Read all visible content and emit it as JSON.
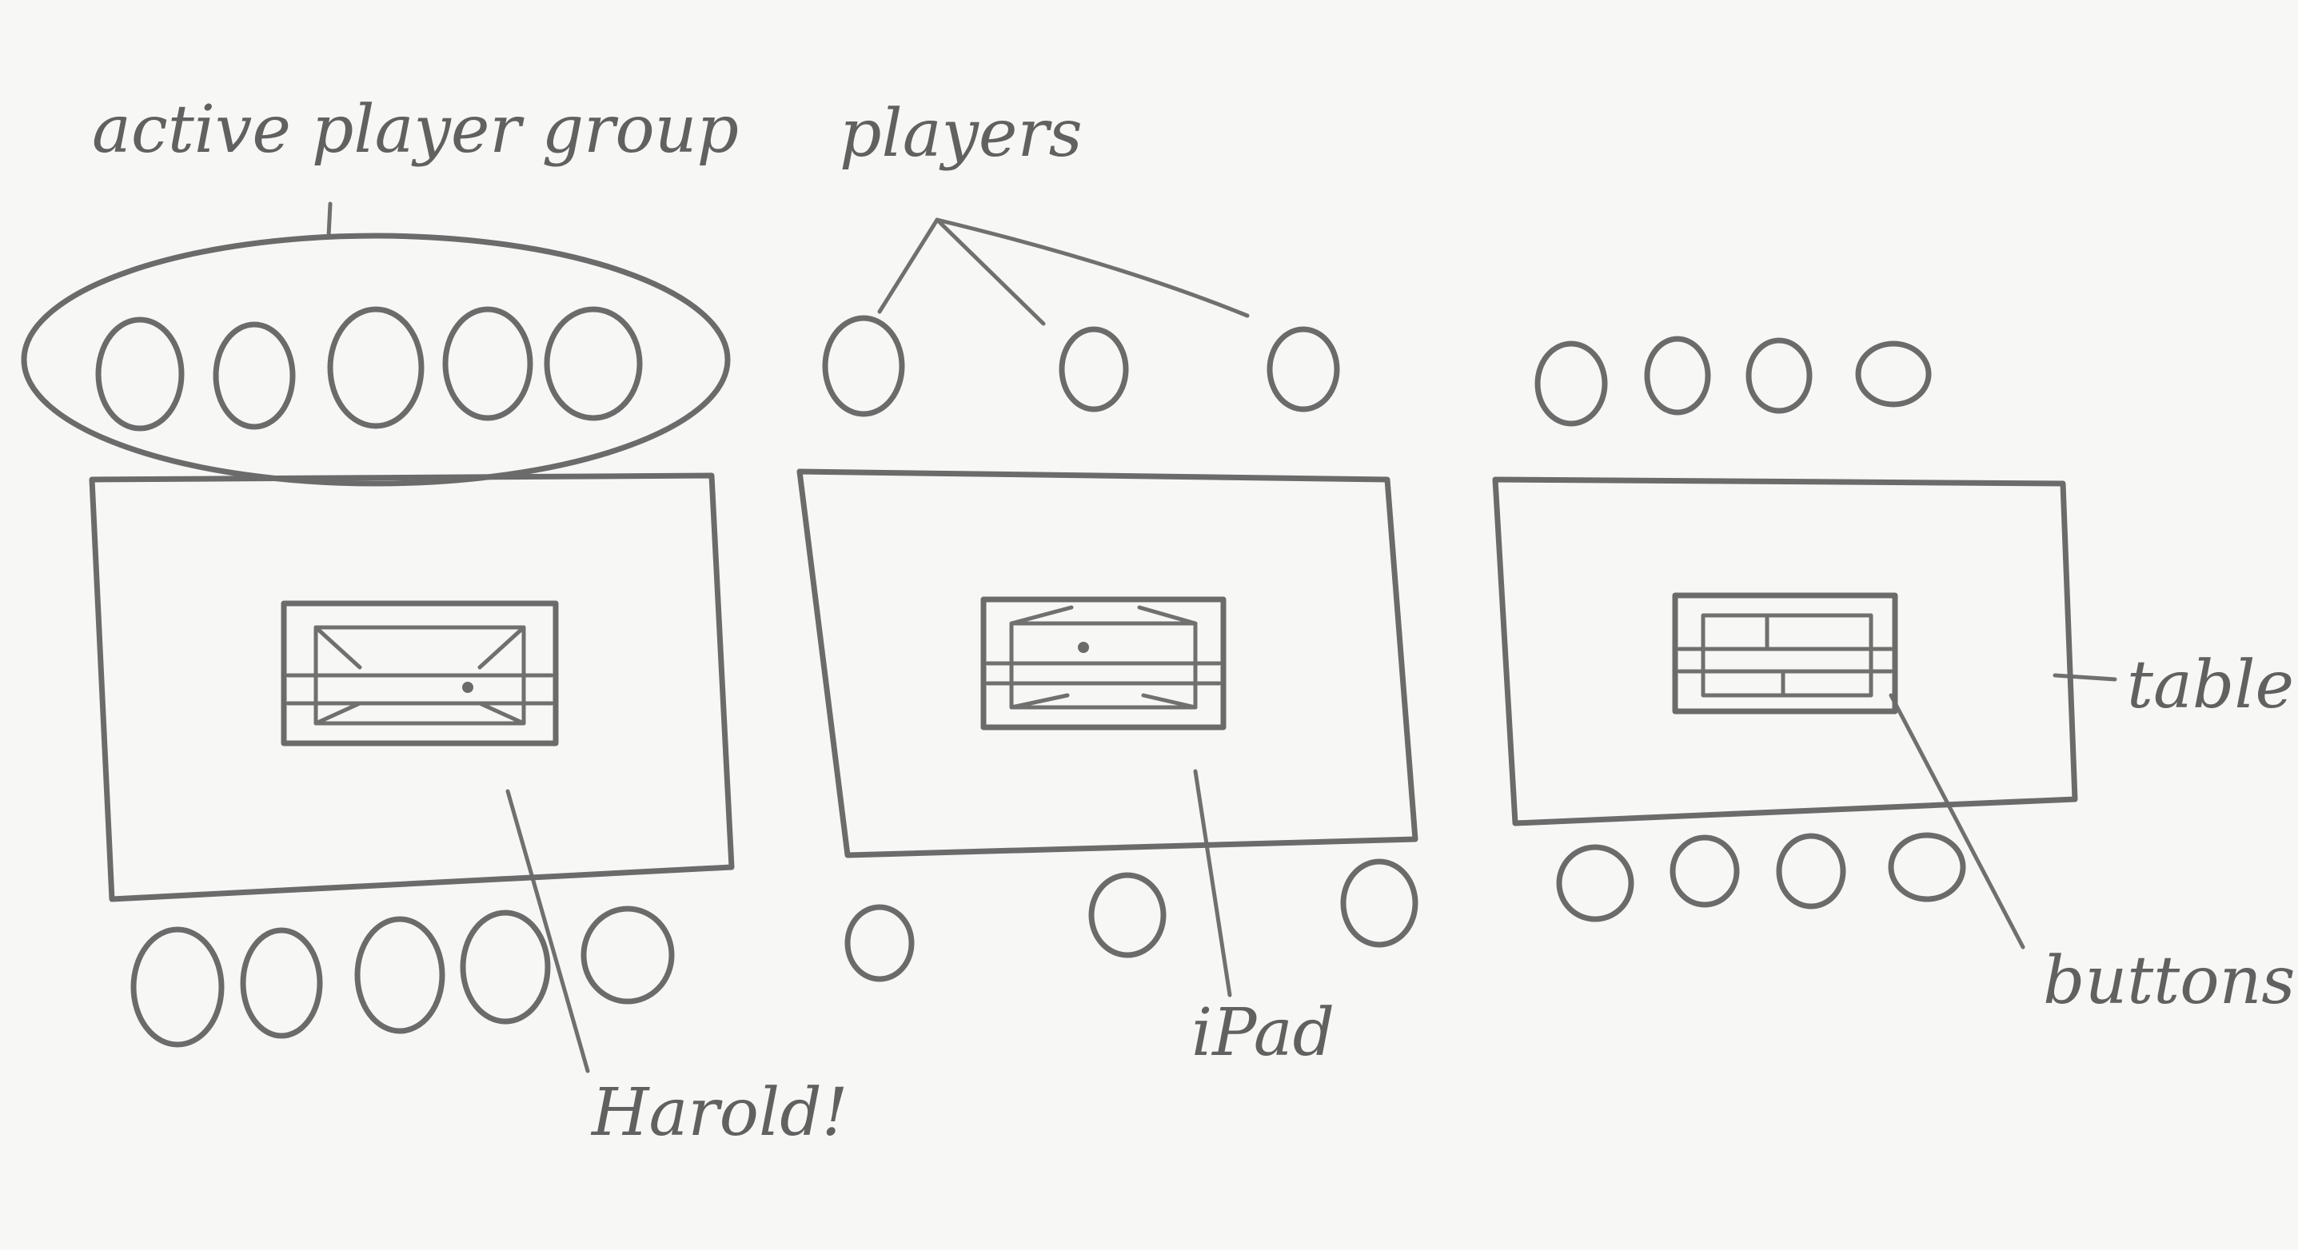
{
  "labels": {
    "active_player_group": "active player group",
    "players": "players",
    "table": "table",
    "buttons": "buttons",
    "ipad": "iPad",
    "harold": "Harold!"
  },
  "colors": {
    "background": "#f7f7f5",
    "ink": "#6b6b6b"
  }
}
